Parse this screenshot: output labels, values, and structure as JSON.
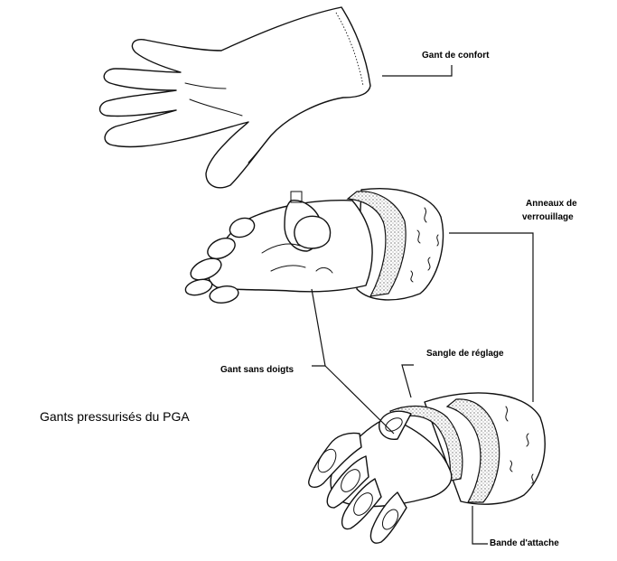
{
  "title": "Gants pressurisés du PGA",
  "labels": {
    "comfort_glove": "Gant de confort",
    "locking_rings_line1": "Anneaux de",
    "locking_rings_line2": "verrouillage",
    "fingerless_glove": "Gant sans doigts",
    "adjust_strap": "Sangle de réglage",
    "attach_band": "Bande d'attache"
  }
}
